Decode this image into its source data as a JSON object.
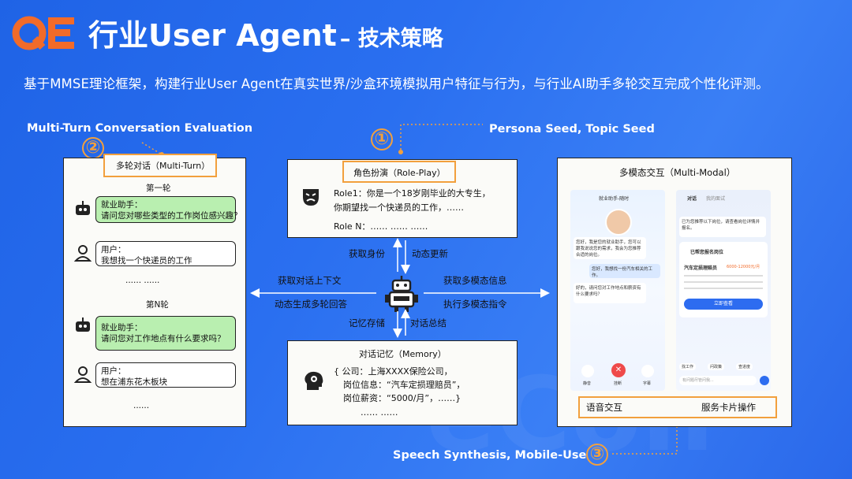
{
  "header": {
    "logo_text": "QE",
    "title": "行业User Agent",
    "title_suffix": "– 技术策略",
    "subtitle": "基于MMSE理论框架，构建行业User Agent在真实世界/沙盒环境模拟用户特征与行为，与行业AI助手多轮交互完成个性化评测。"
  },
  "callouts": {
    "c1": {
      "num": "①",
      "text": "Persona Seed, Topic Seed"
    },
    "c2": {
      "num": "②",
      "text": "Multi-Turn Conversation Evaluation"
    },
    "c3": {
      "num": "③",
      "text": "Speech Synthesis, Mobile-Use"
    }
  },
  "left_panel": {
    "title": "多轮对话（Multi-Turn）",
    "round1": "第一轮",
    "bot1_name": "就业助手：",
    "bot1_text": "请问您对哪些类型的工作岗位感兴趣？",
    "user1_name": "用户：",
    "user1_text": "我想找一个快递员的工作",
    "dots1": "...... ......",
    "roundN": "第N轮",
    "bot2_name": "就业助手：",
    "bot2_text": "请问您对工作地点有什么要求吗？",
    "user2_name": "用户：",
    "user2_text": "想在浦东花木板块",
    "dots2": "......"
  },
  "center": {
    "role_title": "角色扮演（Role-Play）",
    "role1": "Role1：你是一个18岁刚毕业的大专生，",
    "role1b": "你期望找一个快递员的工作，……",
    "roleN": "Role N：……  ……  ……",
    "get_identity": "获取身份",
    "dyn_update": "动态更新",
    "get_context": "获取对话上下文",
    "gen_reply": "动态生成多轮回答",
    "get_multimodal": "获取多模态信息",
    "exec_multimodal": "执行多模态指令",
    "mem_store": "记忆存储",
    "dialog_summary": "对话总结",
    "mem_title": "对话记忆（Memory）",
    "mem_l1": "{ 公司：上海XXXX保险公司，",
    "mem_l2": "岗位信息：“汽车定损理赔员”，",
    "mem_l3": "岗位薪资：“5000/月”，……}",
    "mem_dots": "……  ……"
  },
  "right_panel": {
    "title": "多模态交互（Multi-Modal）",
    "voice": "语音交互",
    "card": "服务卡片操作",
    "phone1": {
      "header": "就业助手-随时",
      "msg1": "您好，我是您的就业助手，您可以跟我说说您的需求，我会为您推荐合适的岗位。",
      "msg2": "您好，我想找一份汽车相关的工作。",
      "msg3": "好的，请问您对工作地点和薪资有什么要求吗？",
      "btn_l": "静音",
      "btn_c": "挂断",
      "btn_r": "字幕"
    },
    "phone2": {
      "tab1": "对话",
      "tab2": "我的面试",
      "msg1": "已为您推荐以下岗位，请查看岗位详情并报名。",
      "card_title": "已帮您报名岗位",
      "job": "汽车定损理赔员",
      "salary": "6000-12000元/月",
      "btn": "立即查看",
      "chip1": "找工作",
      "chip2": "问政策",
      "chip3": "查进度",
      "input": "有问题尽管问我..."
    }
  },
  "colors": {
    "background": "#2a6ff0",
    "accent_orange": "#f2a03d",
    "bubble_green": "#b9efb0"
  }
}
